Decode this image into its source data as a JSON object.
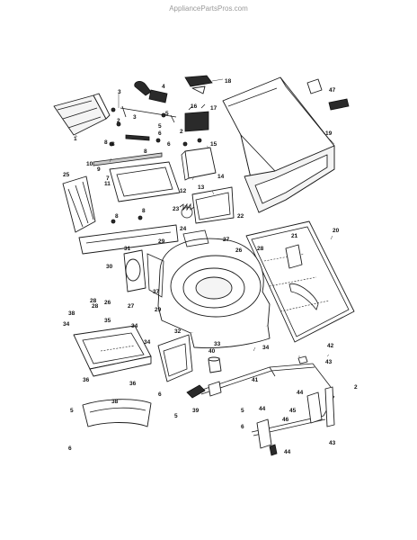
{
  "watermark": "AppliancePartsPros.com",
  "callouts": [
    {
      "id": "c1",
      "text": "1"
    },
    {
      "id": "c2a",
      "text": "2"
    },
    {
      "id": "c3a",
      "text": "3"
    },
    {
      "id": "c4",
      "text": "4"
    },
    {
      "id": "c5a",
      "text": "5"
    },
    {
      "id": "c6a",
      "text": "6"
    },
    {
      "id": "c7",
      "text": "7"
    },
    {
      "id": "c8a",
      "text": "8"
    },
    {
      "id": "c9",
      "text": "9"
    },
    {
      "id": "c10",
      "text": "10"
    },
    {
      "id": "c11",
      "text": "11"
    },
    {
      "id": "c12",
      "text": "12"
    },
    {
      "id": "c13",
      "text": "13"
    },
    {
      "id": "c14",
      "text": "14"
    },
    {
      "id": "c15",
      "text": "15"
    },
    {
      "id": "c16",
      "text": "16"
    },
    {
      "id": "c17",
      "text": "17"
    },
    {
      "id": "c18",
      "text": "18"
    },
    {
      "id": "c19",
      "text": "19"
    },
    {
      "id": "c20",
      "text": "20"
    },
    {
      "id": "c21",
      "text": "21"
    },
    {
      "id": "c22",
      "text": "22"
    },
    {
      "id": "c23",
      "text": "23"
    },
    {
      "id": "c24",
      "text": "24"
    },
    {
      "id": "c25",
      "text": "25"
    },
    {
      "id": "c26a",
      "text": "26"
    },
    {
      "id": "c27a",
      "text": "27"
    },
    {
      "id": "c28a",
      "text": "28"
    },
    {
      "id": "c29",
      "text": "29"
    },
    {
      "id": "c30",
      "text": "30"
    },
    {
      "id": "c31",
      "text": "31"
    },
    {
      "id": "c32",
      "text": "32"
    },
    {
      "id": "c33",
      "text": "33"
    },
    {
      "id": "c34a",
      "text": "34"
    },
    {
      "id": "c35",
      "text": "35"
    },
    {
      "id": "c36a",
      "text": "36"
    },
    {
      "id": "c37",
      "text": "37"
    },
    {
      "id": "c38a",
      "text": "38"
    },
    {
      "id": "c39",
      "text": "39"
    },
    {
      "id": "c40",
      "text": "40"
    },
    {
      "id": "c41",
      "text": "41"
    },
    {
      "id": "c42",
      "text": "42"
    },
    {
      "id": "c43",
      "text": "43"
    },
    {
      "id": "c44a",
      "text": "44"
    },
    {
      "id": "c45",
      "text": "45"
    },
    {
      "id": "c46",
      "text": "46"
    },
    {
      "id": "c47",
      "text": "47"
    },
    {
      "id": "c2b",
      "text": "2"
    },
    {
      "id": "c3b",
      "text": "3"
    },
    {
      "id": "c5b",
      "text": "5"
    },
    {
      "id": "c6b",
      "text": "6"
    },
    {
      "id": "c8b",
      "text": "8"
    },
    {
      "id": "c8c",
      "text": "8"
    },
    {
      "id": "c8d",
      "text": "8"
    },
    {
      "id": "c8e",
      "text": "8"
    },
    {
      "id": "c26b",
      "text": "26"
    },
    {
      "id": "c27b",
      "text": "27"
    },
    {
      "id": "c28b",
      "text": "28"
    },
    {
      "id": "c28c",
      "text": "28"
    },
    {
      "id": "c29b",
      "text": "29"
    },
    {
      "id": "c34b",
      "text": "34"
    },
    {
      "id": "c34c",
      "text": "34"
    },
    {
      "id": "c34d",
      "text": "34"
    },
    {
      "id": "c36b",
      "text": "36"
    },
    {
      "id": "c38b",
      "text": "38"
    },
    {
      "id": "c44b",
      "text": "44"
    },
    {
      "id": "c44c",
      "text": "44"
    },
    {
      "id": "c5c",
      "text": "5"
    },
    {
      "id": "c5d",
      "text": "5"
    },
    {
      "id": "c6c",
      "text": "6"
    },
    {
      "id": "c6d",
      "text": "6"
    },
    {
      "id": "c6e",
      "text": "6"
    },
    {
      "id": "c5e",
      "text": "5"
    },
    {
      "id": "c2c",
      "text": "2"
    },
    {
      "id": "c43b",
      "text": "43"
    }
  ]
}
